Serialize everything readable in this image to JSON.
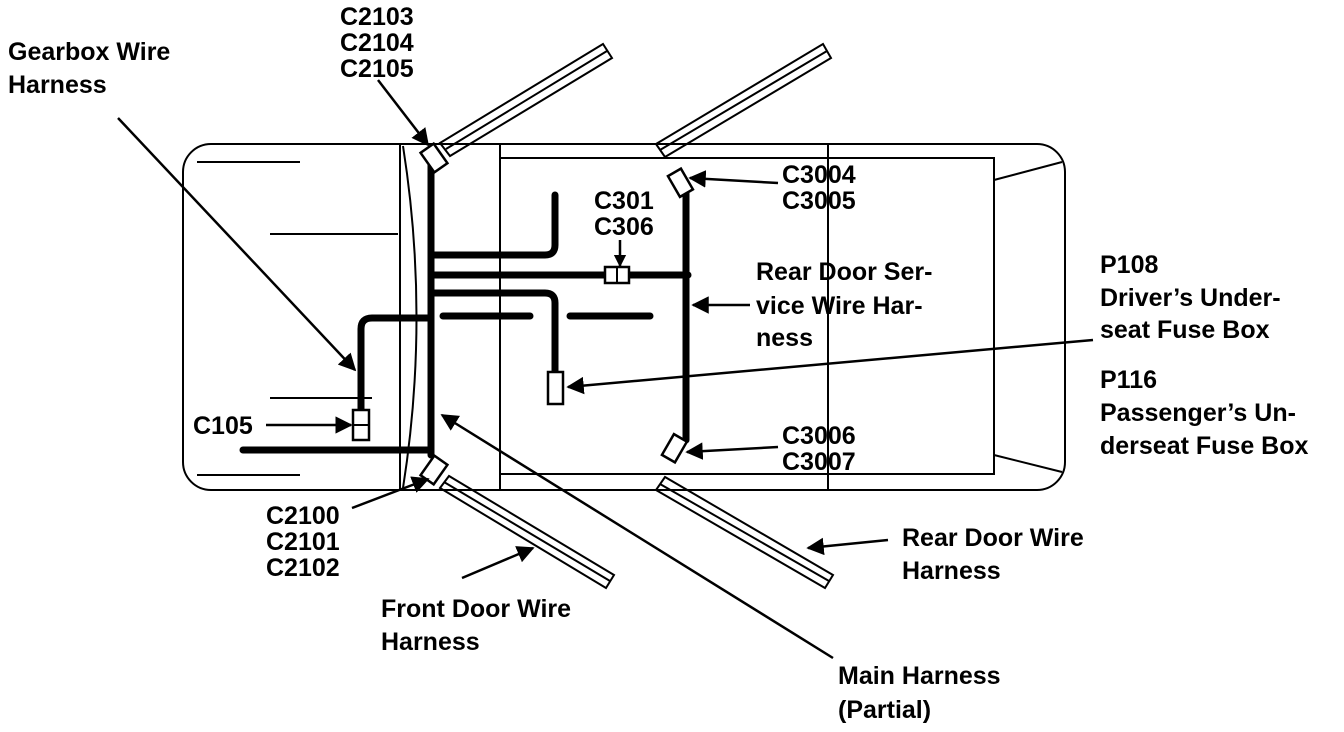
{
  "labels": {
    "gearbox": [
      "Gearbox Wire",
      "Harness"
    ],
    "front_upper_connectors": [
      "C2103",
      "C2104",
      "C2105"
    ],
    "c301_c306": [
      "C301",
      "C306"
    ],
    "c3004_c3005": [
      "C3004",
      "C3005"
    ],
    "rear_door_service": [
      "Rear Door Ser-",
      "vice Wire Har-",
      "ness"
    ],
    "p108": [
      "P108",
      "Driver’s Under-",
      "seat Fuse Box"
    ],
    "p116": [
      "P116",
      "Passenger’s Un-",
      "derseat Fuse Box"
    ],
    "c105": "C105",
    "c3006_c3007": [
      "C3006",
      "C3007"
    ],
    "front_lower_connectors": [
      "C2100",
      "C2101",
      "C2102"
    ],
    "front_door": [
      "Front Door Wire",
      "Harness"
    ],
    "rear_door": [
      "Rear Door Wire",
      "Harness"
    ],
    "main_harness": [
      "Main Harness",
      "(Partial)"
    ]
  }
}
